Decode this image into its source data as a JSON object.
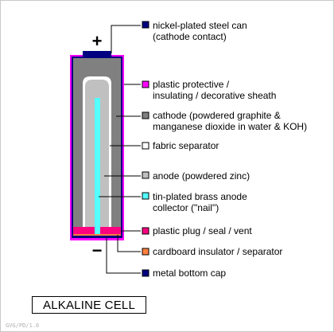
{
  "title": "ALKALINE CELL",
  "watermark": "GVG/PD/1.0",
  "terminals": {
    "positive": "+",
    "negative": "−"
  },
  "labels": {
    "can": [
      "nickel-plated steel can",
      "(cathode contact)"
    ],
    "sheath": [
      "plastic protective /",
      "insulating / decorative sheath"
    ],
    "cathode": [
      "cathode (powdered graphite &",
      "manganese dioxide in water & KOH)"
    ],
    "separator": [
      "fabric separator"
    ],
    "anode": [
      "anode (powdered zinc)"
    ],
    "collector": [
      "tin-plated brass anode",
      "collector (\"nail\")"
    ],
    "plug": [
      "plastic plug / seal / vent"
    ],
    "insulator": [
      "cardboard insulator / separator"
    ],
    "bottom_cap": [
      "metal bottom cap"
    ]
  },
  "colors": {
    "can": "#000080",
    "sheath": "#ff00ff",
    "cathode": "#808080",
    "separator": "#ffffff",
    "anode": "#c0c0c0",
    "collector": "#55ffff",
    "plug": "#ff0080",
    "insulator": "#ff8040",
    "bottom_cap": "#000080"
  }
}
